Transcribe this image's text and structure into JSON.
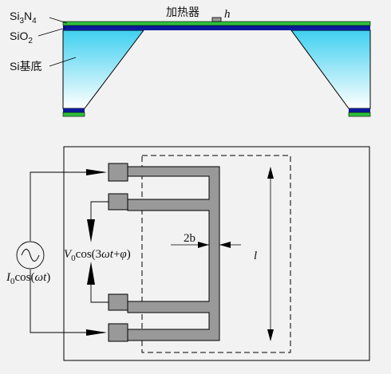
{
  "labels": {
    "si3n4": {
      "base": "Si",
      "sub1": "3",
      "mid": "N",
      "sub2": "4"
    },
    "sio2": {
      "base": "SiO",
      "sub": "2"
    },
    "substrate": "Si基底",
    "heater": "加热器",
    "thickness": "h",
    "half_width": "2b",
    "length": "l",
    "current_source": {
      "amp": "I",
      "sub": "0",
      "func": "cos(",
      "arg": "ωt",
      "close": ")"
    },
    "voltage": {
      "amp": "V",
      "sub": "0",
      "func": "cos(3",
      "arg1": "ωt",
      "plus": "+",
      "phase": "φ",
      "close": ")"
    }
  },
  "colors": {
    "background": "#f2f2f2",
    "si3n4_layer": "#2fbf3f",
    "sio2_layer": "#0a1a9a",
    "substrate_top": "#ffffff",
    "substrate_bottom": "#3fd0f0",
    "heater_strip": "#999999",
    "outline": "#000000"
  }
}
